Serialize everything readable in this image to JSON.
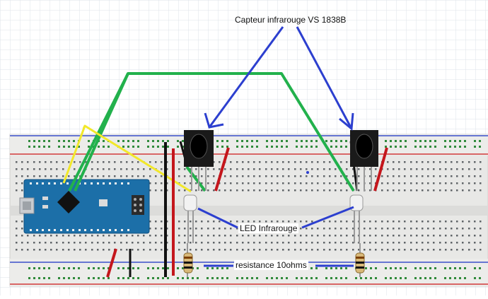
{
  "labels": {
    "sensor": "Capteur infrarouge VS 1838B",
    "led": "LED Infrarouge",
    "resistor": "resistance 10ohms"
  },
  "colors": {
    "grid": "#dde3ea",
    "breadboard": "#e8e8e6",
    "rail_red": "#d23a3a",
    "rail_blue": "#3a4fc9",
    "hole": "#5f6468",
    "rail_hole": "#2f8a3b",
    "arduino": "#1c6fa8",
    "wire_green": "#22b14c",
    "wire_yellow": "#f2e82a",
    "wire_red": "#c4161c",
    "wire_black": "#111111",
    "annotation_blue": "#2c3fcf",
    "sensor_body": "#1a1a1a"
  },
  "icons": {
    "sensor": "ir-receiver-icon",
    "led": "ir-led-icon",
    "resistor": "resistor-icon",
    "microcontroller": "arduino-nano-icon"
  }
}
